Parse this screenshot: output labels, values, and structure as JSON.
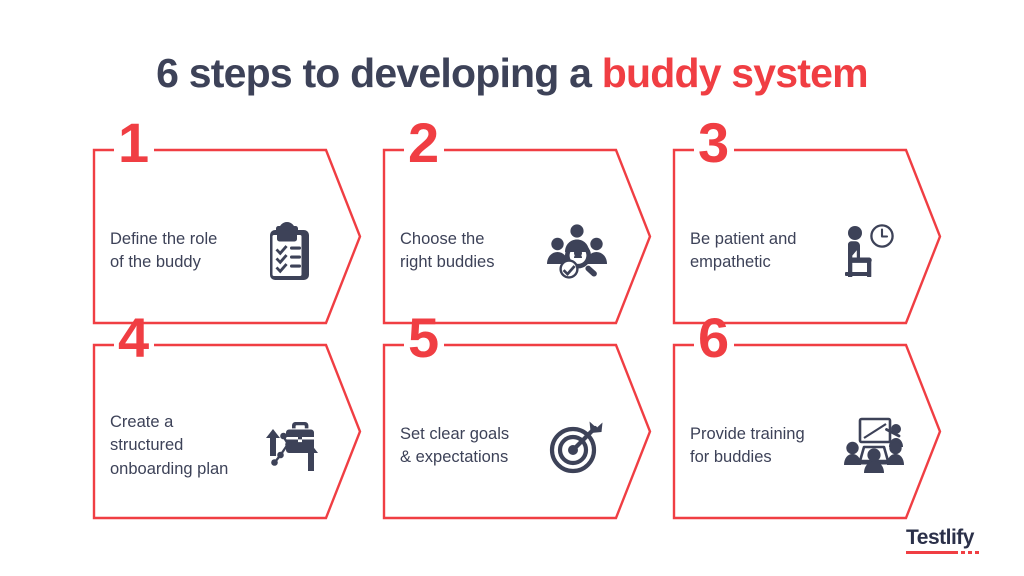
{
  "title": {
    "main": "6 steps to developing a ",
    "accent": "buddy system"
  },
  "colors": {
    "accent_red": "#f03e43",
    "navy": "#3d4258",
    "background": "#ffffff"
  },
  "steps": [
    {
      "number": "1",
      "text": "Define the role\nof the buddy",
      "icon": "clipboard-checklist-icon"
    },
    {
      "number": "2",
      "text": "Choose the\nright buddies",
      "icon": "people-search-check-icon"
    },
    {
      "number": "3",
      "text": "Be patient and\nempathetic",
      "icon": "seated-person-clock-icon"
    },
    {
      "number": "4",
      "text": "Create a\nstructured\nonboarding plan",
      "icon": "briefcase-growth-path-icon"
    },
    {
      "number": "5",
      "text": "Set clear goals\n& expectations",
      "icon": "target-arrow-icon"
    },
    {
      "number": "6",
      "text": "Provide training\nfor buddies",
      "icon": "training-presentation-icon"
    }
  ],
  "logo": {
    "name": "Testlify"
  }
}
